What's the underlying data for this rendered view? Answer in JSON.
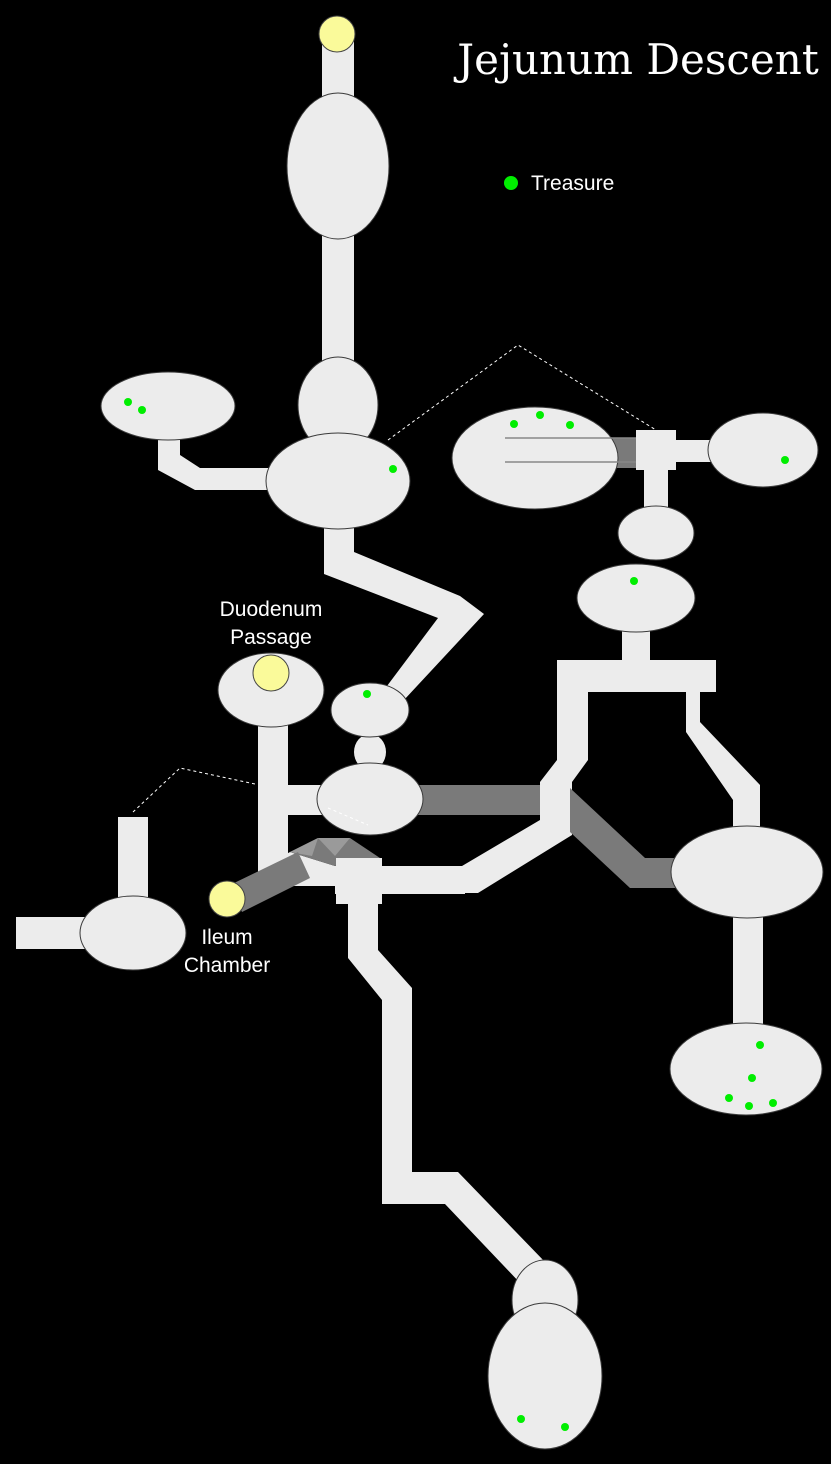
{
  "map": {
    "title": "Jejunum Descent",
    "legend": {
      "treasure_label": "Treasure",
      "treasure_color": "#00ee00"
    },
    "labels": {
      "duodenum_line1": "Duodenum",
      "duodenum_line2": "Passage",
      "ileum_line1": "Ileum",
      "ileum_line2": "Chamber"
    },
    "colors": {
      "background": "#000000",
      "floor": "#ececec",
      "dark_passage": "#7a7a7a",
      "exit_marker": "#fafa9a"
    }
  }
}
